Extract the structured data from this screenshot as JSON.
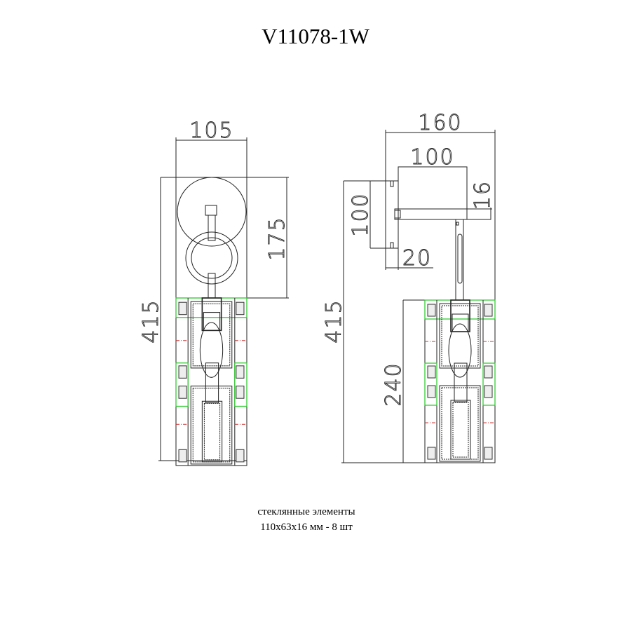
{
  "title": "V11078-1W",
  "front_view": {
    "dims": {
      "width": "105",
      "plate_height": "175",
      "total_height": "415"
    }
  },
  "side_view": {
    "dims": {
      "depth": "160",
      "box_width": "100",
      "plate_height": "100",
      "plate_depth": "20",
      "arm_height": "16",
      "total_height": "415",
      "shade_height": "240"
    }
  },
  "caption": {
    "line1": "стеклянные элементы",
    "line2": "110x63x16 мм - 8 шт"
  },
  "colors": {
    "line": "#222222",
    "glass_outline": "#33cc33",
    "axis": "#cc3333"
  }
}
